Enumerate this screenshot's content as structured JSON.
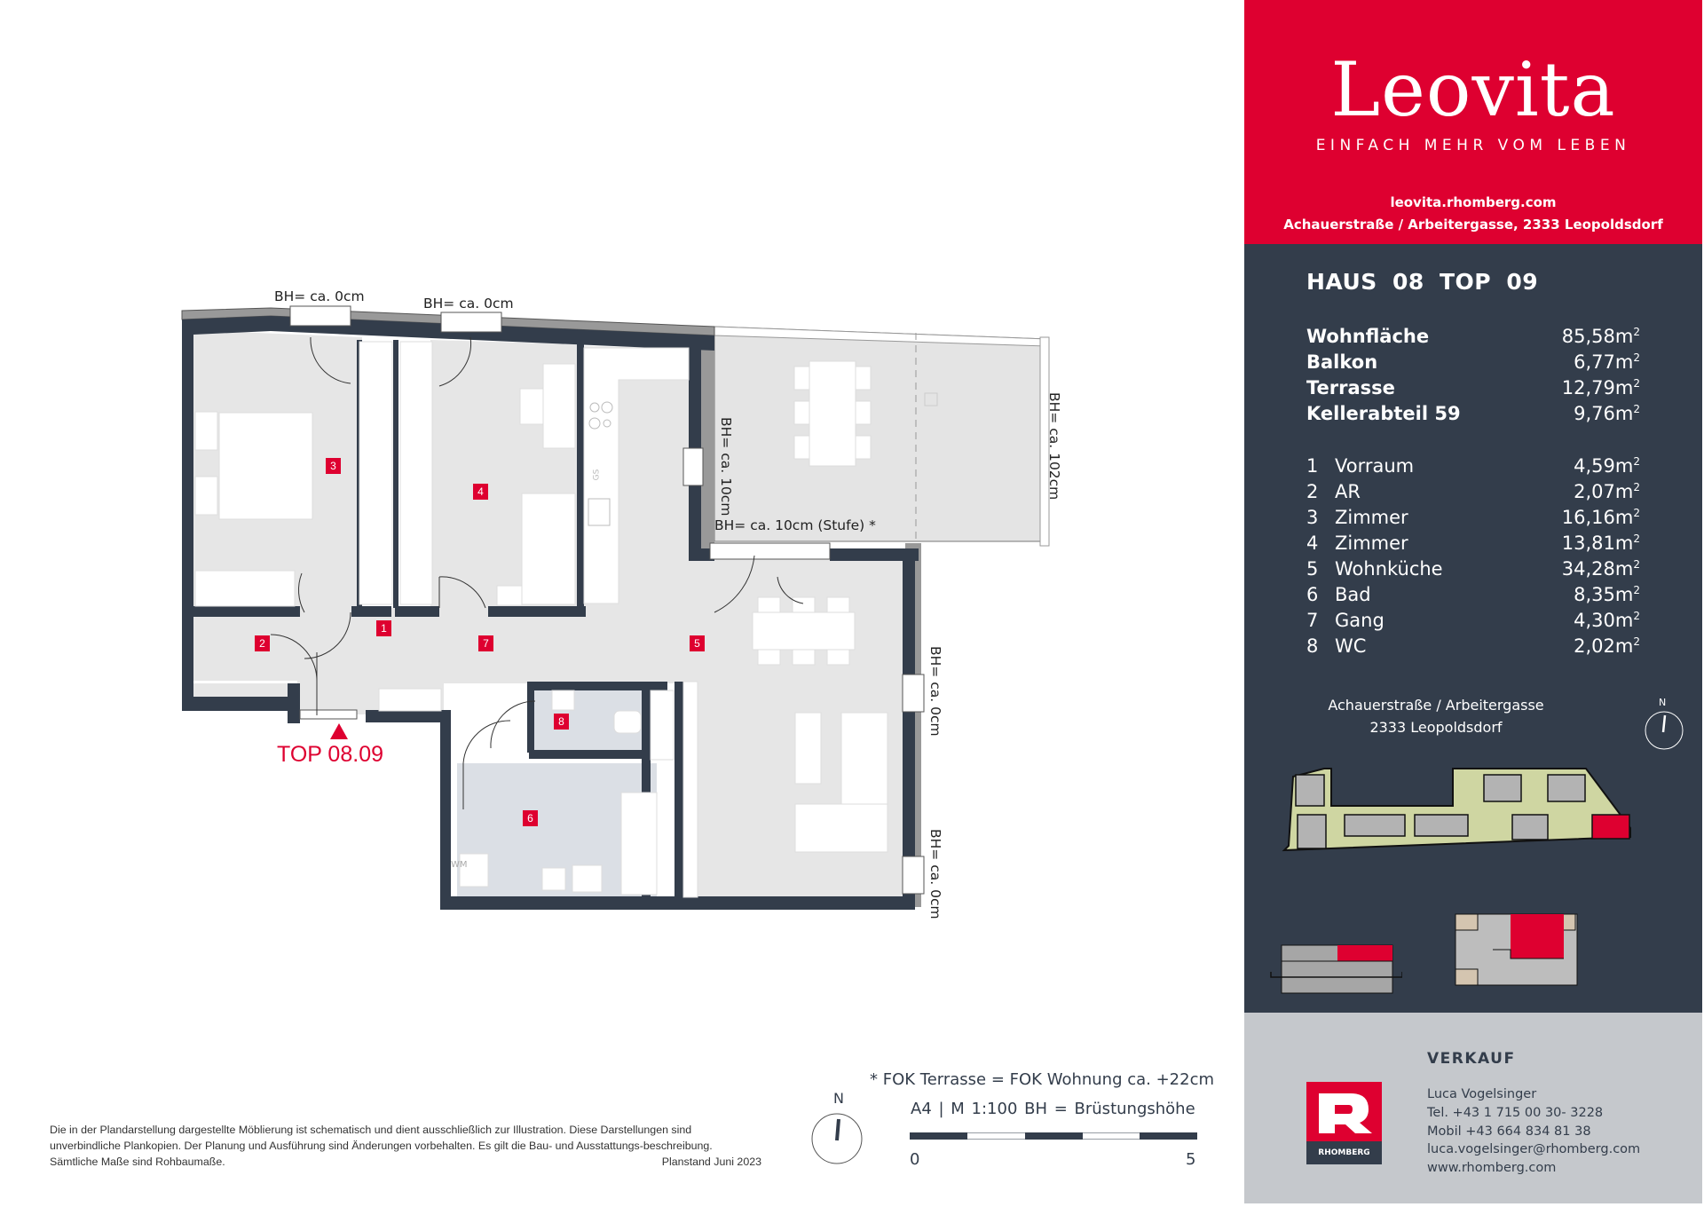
{
  "brand": {
    "logo": "Leovita",
    "tagline": "EINFACH MEHR VOM LEBEN",
    "website": "leovita.rhomberg.com",
    "address_line": "Achauerstraße / Arbeitergasse, 2333 Leopoldsdorf",
    "accent_color": "#de0030",
    "dark_color": "#333d4b"
  },
  "unit": {
    "title": "HAUS 08   TOP 09",
    "summary": [
      {
        "label": "Wohnfläche",
        "value": "85,58m",
        "unit_sup": "2"
      },
      {
        "label": "Balkon",
        "value": "6,77m",
        "unit_sup": "2"
      },
      {
        "label": "Terrasse",
        "value": "12,79m",
        "unit_sup": "2"
      },
      {
        "label": "Kellerabteil 59",
        "value": "9,76m",
        "unit_sup": "2"
      }
    ],
    "rooms": [
      {
        "num": "1",
        "name": "Vorraum",
        "value": "4,59m",
        "unit_sup": "2"
      },
      {
        "num": "2",
        "name": "AR",
        "value": "2,07m",
        "unit_sup": "2"
      },
      {
        "num": "3",
        "name": "Zimmer",
        "value": "16,16m",
        "unit_sup": "2"
      },
      {
        "num": "4",
        "name": "Zimmer",
        "value": "13,81m",
        "unit_sup": "2"
      },
      {
        "num": "5",
        "name": "Wohnküche",
        "value": "34,28m",
        "unit_sup": "2"
      },
      {
        "num": "6",
        "name": "Bad",
        "value": "8,35m",
        "unit_sup": "2"
      },
      {
        "num": "7",
        "name": "Gang",
        "value": "4,30m",
        "unit_sup": "2"
      },
      {
        "num": "8",
        "name": "WC",
        "value": "2,02m",
        "unit_sup": "2"
      }
    ]
  },
  "location": {
    "line1": "Achauerstraße / Arbeitergasse",
    "line2": "2333 Leopoldsdorf",
    "north_label": "N"
  },
  "sales": {
    "title": "VERKAUF",
    "name": "Luca Vogelsinger",
    "tel": "Tel. +43 1 715 00 30- 3228",
    "mobile": "Mobil +43 664 834 81 38",
    "email": "luca.vogelsinger@rhomberg.com",
    "web": "www.rhomberg.com",
    "company_logo_text": "RHOMBERG"
  },
  "plan": {
    "entry_label": "TOP 08.09",
    "room_badges": [
      "1",
      "2",
      "3",
      "4",
      "5",
      "6",
      "7",
      "8"
    ],
    "fixture_labels": {
      "washing_machine": "WM",
      "dishwasher": "GS"
    },
    "bh_labels": {
      "window_room3": "BH= ca. 0cm",
      "window_room4": "BH= ca. 0cm",
      "kitchen_window": "BH= ca. 10cm",
      "terrace_step": "BH= ca. 10cm (Stufe) *",
      "terrace_rail": "BH= ca. 102cm",
      "living_window_1": "BH= ca. 0cm",
      "living_window_2": "BH= ca. 0cm"
    }
  },
  "legend": {
    "fok_note": "* FOK Terrasse = FOK Wohnung ca. +22cm",
    "scale_info": "A4 | M 1:100   BH = Brüstungshöhe",
    "scale_start": "0",
    "scale_end": "5",
    "north_label": "N"
  },
  "disclaimer": {
    "text": "Die in der Plandarstellung dargestellte Möblierung ist schematisch und dient ausschließlich zur Illustration. Diese Darstellungen sind unverbindliche Plankopien. Der Planung und Ausführung sind Änderungen vorbehalten. Es gilt die Bau- und Ausstattungs-beschreibung. Sämtliche Maße sind Rohbaumaße.",
    "planstand": "Planstand Juni 2023"
  }
}
